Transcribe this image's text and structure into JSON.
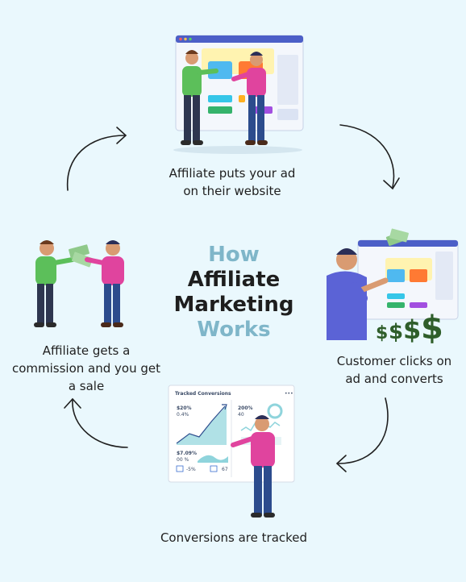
{
  "title": {
    "line1": "How",
    "line2": "Affiliate",
    "line3": "Marketing",
    "line4": "Works",
    "accent_color": "#7fb6c9",
    "dark_color": "#1e1e1e"
  },
  "steps": [
    {
      "line1": "Affiliate puts your ad",
      "line2": "on their website"
    },
    {
      "line1": "Customer clicks on",
      "line2": "ad and converts"
    },
    {
      "line1": "Conversions are tracked"
    },
    {
      "line1": "Affiliate gets a",
      "line2": "commission and you get",
      "line3": "a sale"
    }
  ],
  "dashboard": {
    "title": "Tracked Conversions",
    "stat1_pct": "$20%",
    "stat1_sub": "0.4%",
    "stat2_pct": "200%",
    "stat2_sub": "40",
    "stat3_pct": "$7.09%",
    "stat3_sub": "00 %",
    "foot1": "-5%",
    "foot2": "67"
  },
  "colors": {
    "background": "#eaf8fd",
    "green_shirt": "#5cbf5a",
    "pink_shirt": "#e0449e",
    "blue_shirt": "#5b63d6"
  }
}
